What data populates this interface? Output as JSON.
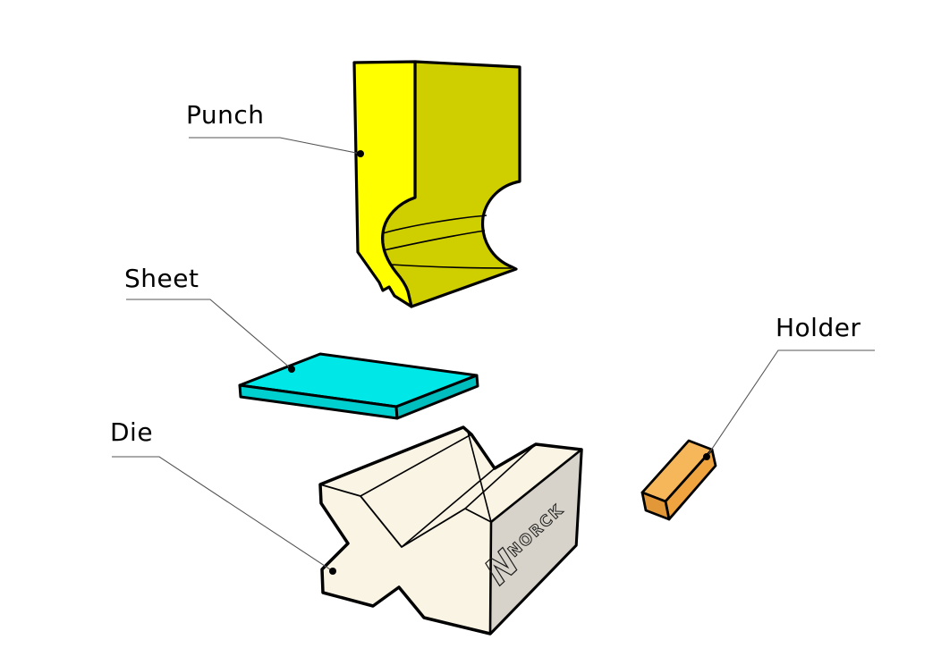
{
  "labels": {
    "punch": "Punch",
    "sheet": "Sheet",
    "die": "Die",
    "holder": "Holder"
  },
  "die": {
    "logo_symbol": "N",
    "logo_text": "NORCK"
  },
  "colors": {
    "punch_front": "#FFFF00",
    "punch_side": "#CFCF00",
    "sheet_top": "#00E7E7",
    "sheet_front_left": "#00CFCF",
    "sheet_front_right": "#00BEBE",
    "die_body": "#FAF4E4",
    "die_end_face": "#D7D3CA",
    "holder_top": "#F6B75B",
    "holder_front": "#EFA440",
    "holder_end": "#E29838",
    "outline": "#000000",
    "leader_line": "#555555"
  }
}
